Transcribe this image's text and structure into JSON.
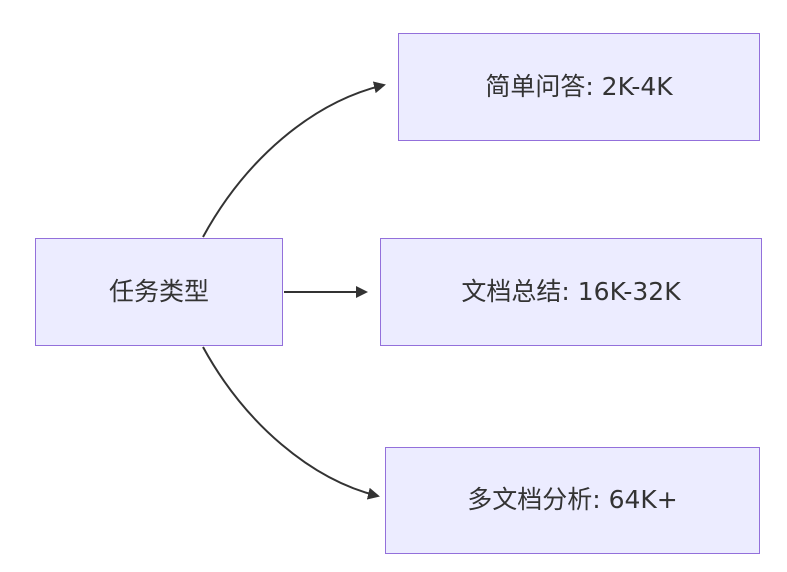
{
  "diagram": {
    "type": "flowchart",
    "root": {
      "label": "任务类型"
    },
    "nodes": [
      {
        "label": "简单问答: 2K-4K"
      },
      {
        "label": "文档总结: 16K-32K"
      },
      {
        "label": "多文档分析: 64K+"
      }
    ],
    "edges": [
      {
        "from": "任务类型",
        "to": "简单问答: 2K-4K"
      },
      {
        "from": "任务类型",
        "to": "文档总结: 16K-32K"
      },
      {
        "from": "任务类型",
        "to": "多文档分析: 64K+"
      }
    ],
    "colors": {
      "node_fill": "#ECECFF",
      "node_border": "#9370DB",
      "edge": "#333333",
      "text": "#333333",
      "background": "#FFFFFF"
    }
  }
}
